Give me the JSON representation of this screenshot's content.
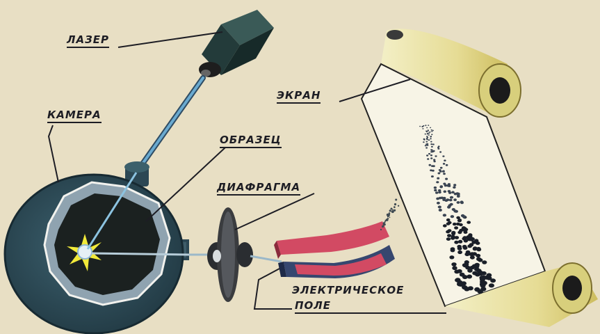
{
  "labels": {
    "laser": "ЛАЗЕР",
    "screen": "ЭКРАН",
    "chamber": "КАМЕРА",
    "sample": "ОБРАЗЕЦ",
    "diaphragm": "ДИАФРАГМА",
    "field_line1": "ЭЛЕКТРИЧЕСКОЕ",
    "field_line2": "ПОЛЕ"
  },
  "colors": {
    "paper": "#e8dfc4",
    "chamber": "#2e4a55",
    "laser_body": "#26413f",
    "beam": "#4f8fb5",
    "plate_red": "#d24a63",
    "plate_blue": "#36476f",
    "screen_yellow": "#e4dc8c",
    "flash": "#f2ea3a"
  }
}
